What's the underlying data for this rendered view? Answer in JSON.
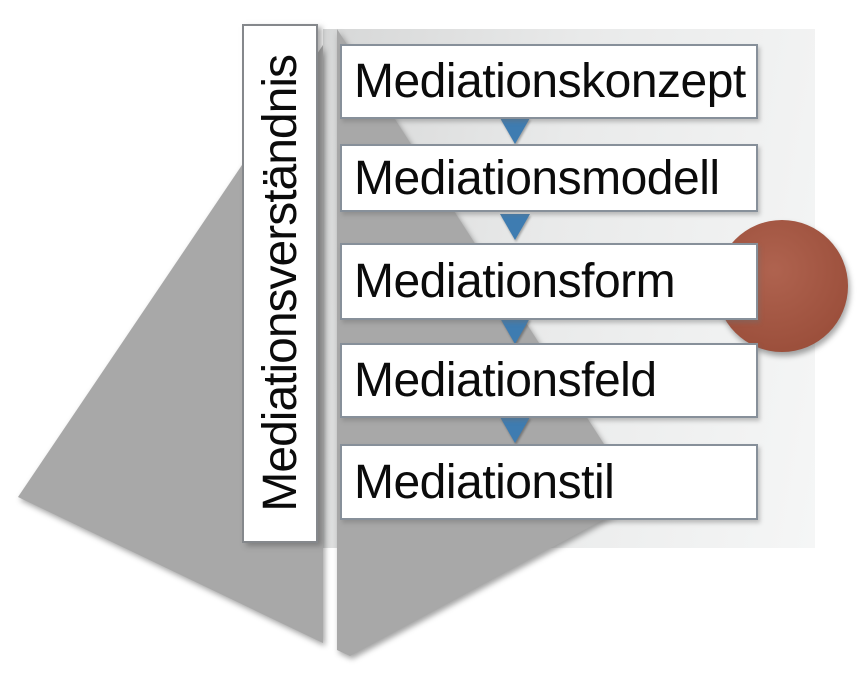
{
  "diagram": {
    "vertical_label": "Mediationsverständnis",
    "stages": [
      {
        "label": "Mediationskonzept"
      },
      {
        "label": "Mediationsmodell"
      },
      {
        "label": "Mediationsform"
      },
      {
        "label": "Mediationsfeld"
      },
      {
        "label": "Mediationstil"
      }
    ]
  },
  "colors": {
    "funnel-gray": "#a8a8a8",
    "panel-light-start": "#d6d7d7",
    "panel-light-end": "#f5f6f6",
    "arrow-blue": "#3e7cb1",
    "circle-red": "#a6513b",
    "box-border": "#87909a",
    "text-black": "#0b0b0b"
  }
}
